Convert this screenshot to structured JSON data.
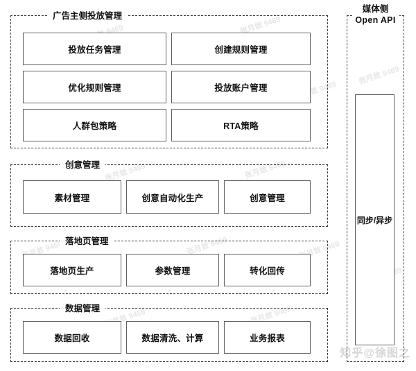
{
  "diagram": {
    "groups": [
      {
        "id": "advertiser",
        "title": "广告主侧投放管理",
        "boxes": [
          "投放任务管理",
          "创建规则管理",
          "优化规则管理",
          "投放账户管理",
          "人群包策略",
          "RTA策略"
        ]
      },
      {
        "id": "creative",
        "title": "创意管理",
        "boxes": [
          "素材管理",
          "创意自动化生产",
          "创意管理"
        ]
      },
      {
        "id": "landing",
        "title": "落地页管理",
        "boxes": [
          "落地页生产",
          "参数管理",
          "转化回传"
        ]
      },
      {
        "id": "data",
        "title": "数据管理",
        "boxes": [
          "数据回收",
          "数据清洗、计算",
          "业务报表"
        ]
      }
    ],
    "media_panel": {
      "title_line1": "媒体侧",
      "title_line2": "Open API",
      "box_label": "同步/异步"
    },
    "watermarks": {
      "repeat_text": "张月敛 9469",
      "brand": "知乎@徐图之"
    },
    "colors": {
      "box_border": "#5f5f5f",
      "group_border": "#3a3a3a",
      "text": "#111111",
      "background": "#ffffff"
    }
  }
}
